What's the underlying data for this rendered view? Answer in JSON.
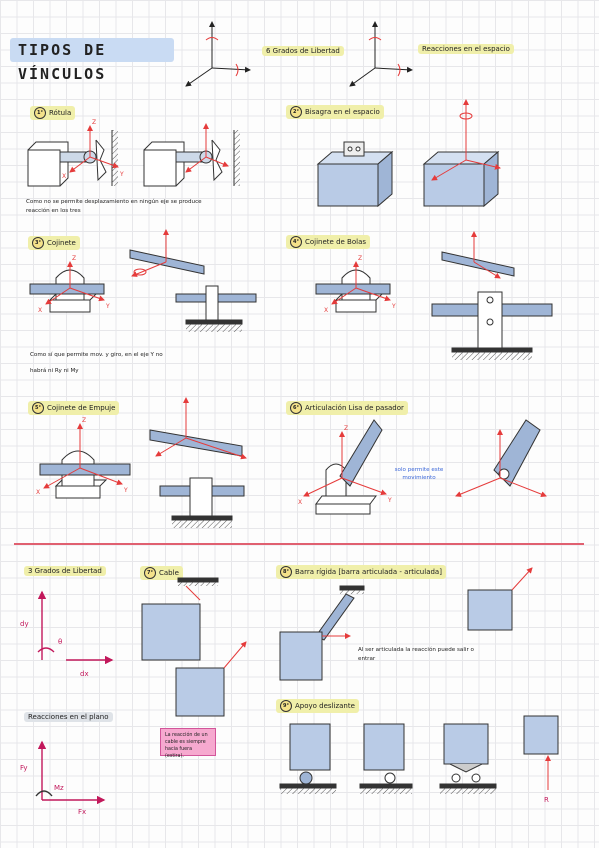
{
  "title": "TIPOS DE VÍNCULOS",
  "header": {
    "dof_label": "6 Grados de Libertad",
    "reactions_label": "Reacciones en el espacio"
  },
  "sections": {
    "rotula": {
      "num": "1°",
      "label": "Rótula",
      "note": "Como no se permite desplazamiento en ningún eje se produce reacción en los tres"
    },
    "bisagra": {
      "num": "2°",
      "label": "Bisagra en el espacio"
    },
    "cojinete": {
      "num": "3°",
      "label": "Cojinete",
      "note_line1": "Como sí que permite mov. y giro, en el eje Y no",
      "note_line2": "habrá ni Ry ni My"
    },
    "bolas": {
      "num": "4°",
      "label": "Cojinete de Bolas"
    },
    "empuje": {
      "num": "5°",
      "label": "Cojinete de Empuje"
    },
    "pasador": {
      "num": "6°",
      "label": "Articulación Lisa de pasador",
      "blue_note": "solo permite este movimiento"
    },
    "plano_dof": {
      "label": "3 Grados de Libertad"
    },
    "cable": {
      "num": "7°",
      "label": "Cable",
      "pink_note": "La reacción de un cable es siempre hacia fuera (estira)."
    },
    "barra": {
      "num": "8°",
      "label": "Barra rígida [barra articulada - articulada]",
      "note": "Al ser articulada la reacción puede salir o entrar"
    },
    "apoyo": {
      "num": "9°",
      "label": "Apoyo deslizante"
    },
    "plano_reac": {
      "label": "Reacciones en el plano"
    }
  },
  "axis_labels": {
    "x": "X",
    "y": "Y",
    "z": "Z",
    "dy": "dy",
    "dx": "dx",
    "theta": "θ",
    "fy": "Fy",
    "fx": "Fx",
    "mz": "Mz",
    "r": "R"
  },
  "colors": {
    "title_bg": "#c9dbf3",
    "highlight": "#f0efaa",
    "red": "#e53b3b",
    "magenta": "#c2185b",
    "block_blue": "#b9cbe6",
    "divider": "#e06070",
    "pink_note": "#f6a9cf"
  }
}
